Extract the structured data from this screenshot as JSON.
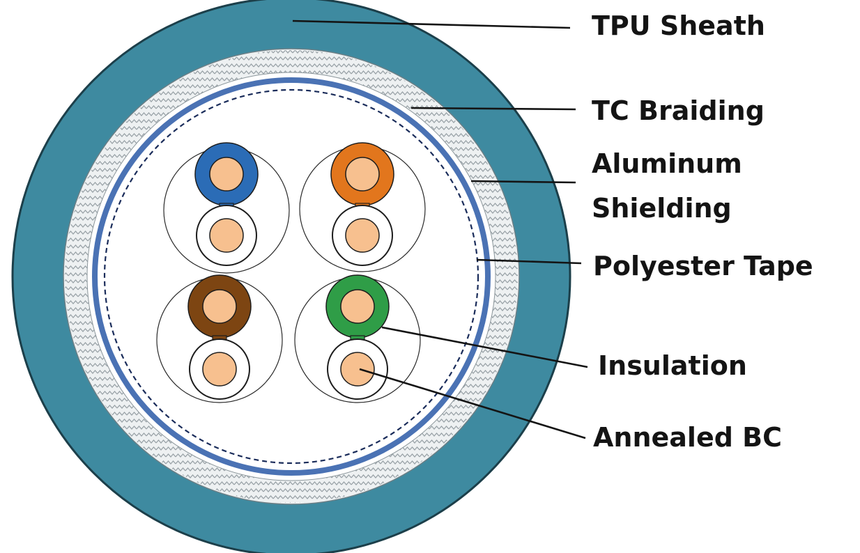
{
  "colors": {
    "sheath": "#3e8aa0",
    "sheath_outline": "#1c3f4a",
    "braid_background": "#eef1f2",
    "braid_pattern": "#9aa3a8",
    "aluminum_shield": "#4a72b4",
    "polyester_tape": "#1a2c5a",
    "core_background": "#ffffff",
    "conductor": "#f7c08f",
    "conductor_outline": "#1d1d1d",
    "pair_blue": "#2b6cb6",
    "pair_orange": "#e2761d",
    "pair_brown": "#7d4512",
    "pair_green": "#2f9d47"
  },
  "labels": {
    "tpu_sheath": "TPU Sheath",
    "tc_braiding": "TC Braiding",
    "aluminum_shielding_line1": "Aluminum",
    "aluminum_shielding_line2": "Shielding",
    "polyester_tape": "Polyester Tape",
    "insulation": "Insulation",
    "annealed_bc": "Annealed BC"
  },
  "twisted_pairs": [
    {
      "name": "blue-pair",
      "color_key": "pair_blue"
    },
    {
      "name": "orange-pair",
      "color_key": "pair_orange"
    },
    {
      "name": "brown-pair",
      "color_key": "pair_brown"
    },
    {
      "name": "green-pair",
      "color_key": "pair_green"
    }
  ]
}
